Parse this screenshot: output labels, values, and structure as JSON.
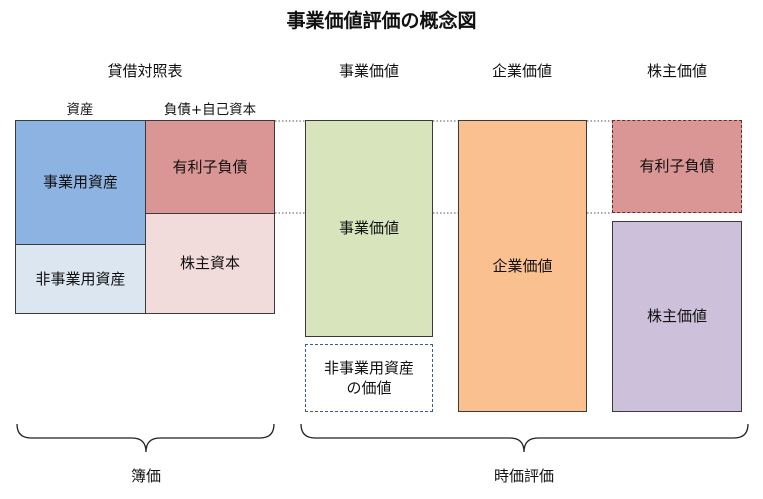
{
  "title": "事業価値評価の概念図",
  "headers": {
    "balance_sheet": "貸借対照表",
    "business_value": "事業価値",
    "enterprise_value": "企業価値",
    "equity_value": "株主価値"
  },
  "subheaders": {
    "assets": "資産",
    "liabilities_equity": "負債+自己資本"
  },
  "boxes": {
    "business_assets": "事業用資産",
    "non_business_assets": "非事業用資産",
    "interest_bearing_debt": "有利子負債",
    "shareholders_equity": "株主資本",
    "business_value": "事業価値",
    "non_business_assets_value_line1": "非事業用資産",
    "non_business_assets_value_line2": "の価値",
    "enterprise_value": "企業価値",
    "debt_value": "有利子負債",
    "equity_value": "株主価値"
  },
  "bottom_labels": {
    "book_value": "簿価",
    "market_value": "時価評価"
  },
  "colors": {
    "business_assets": "#8db3e2",
    "non_business_assets": "#dce6f1",
    "interest_bearing_debt": "#da9694",
    "shareholders_equity": "#f2dcdb",
    "business_value": "#d7e4bc",
    "enterprise_value": "#fac090",
    "debt_value": "#da9694",
    "equity_value": "#ccc0da"
  }
}
